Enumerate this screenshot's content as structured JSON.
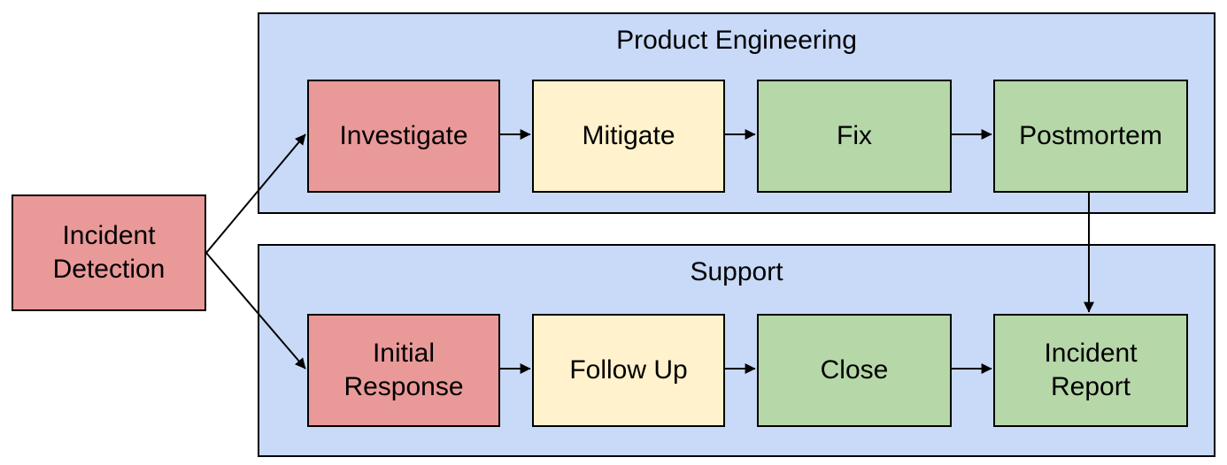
{
  "diagram": {
    "type": "flowchart",
    "colors": {
      "red": "#EA9999",
      "yellow": "#FFF2CC",
      "green": "#B6D7A8",
      "lane": "#C9DAF8",
      "border": "#000000",
      "arrow": "#000000",
      "background": "#FFFFFF"
    },
    "start": {
      "id": "incident-detection",
      "label": "Incident Detection",
      "fill": "red"
    },
    "lanes": [
      {
        "id": "product-engineering",
        "title": "Product Engineering",
        "nodes": [
          {
            "id": "investigate",
            "label": "Investigate",
            "fill": "red"
          },
          {
            "id": "mitigate",
            "label": "Mitigate",
            "fill": "yellow"
          },
          {
            "id": "fix",
            "label": "Fix",
            "fill": "green"
          },
          {
            "id": "postmortem",
            "label": "Postmortem",
            "fill": "green"
          }
        ]
      },
      {
        "id": "support",
        "title": "Support",
        "nodes": [
          {
            "id": "initial-response",
            "label": "Initial Response",
            "fill": "red"
          },
          {
            "id": "follow-up",
            "label": "Follow Up",
            "fill": "yellow"
          },
          {
            "id": "close",
            "label": "Close",
            "fill": "green"
          },
          {
            "id": "incident-report",
            "label": "Incident Report",
            "fill": "green"
          }
        ]
      }
    ],
    "edges": [
      {
        "from": "incident-detection",
        "to": "investigate"
      },
      {
        "from": "incident-detection",
        "to": "initial-response"
      },
      {
        "from": "investigate",
        "to": "mitigate"
      },
      {
        "from": "mitigate",
        "to": "fix"
      },
      {
        "from": "fix",
        "to": "postmortem"
      },
      {
        "from": "postmortem",
        "to": "incident-report"
      },
      {
        "from": "initial-response",
        "to": "follow-up"
      },
      {
        "from": "follow-up",
        "to": "close"
      },
      {
        "from": "close",
        "to": "incident-report"
      }
    ]
  }
}
